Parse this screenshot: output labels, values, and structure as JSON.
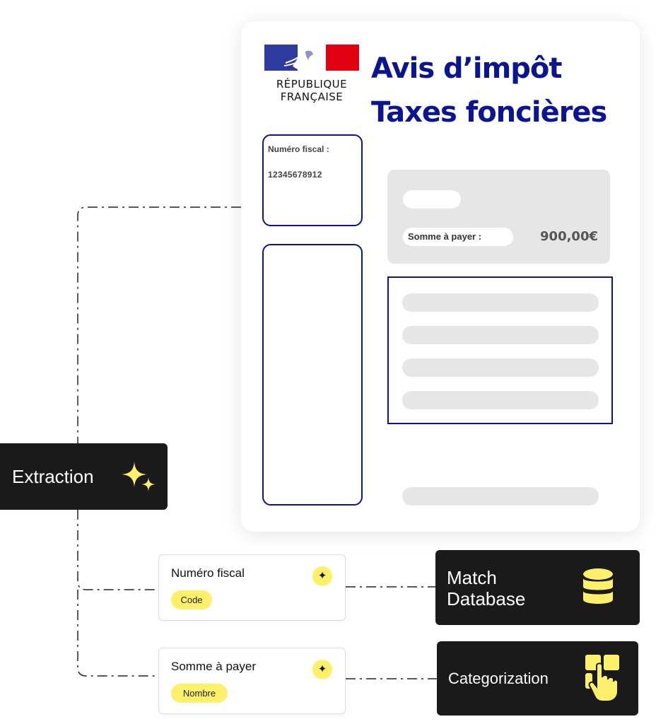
{
  "document": {
    "republic_line1": "RÉPUBLIQUE",
    "republic_line2": "FRANÇAISE",
    "title_line1": "Avis d’impôt",
    "title_line2": "Taxes foncières",
    "fiscal_number_label": "Numéro fiscal :",
    "fiscal_number_value": "12345678912",
    "amount_label": "Somme à payer :",
    "amount_value": "900,00€"
  },
  "extraction": {
    "label": "Extraction",
    "icon": "sparkles-icon"
  },
  "fields": [
    {
      "label": "Numéro fiscal",
      "type": "Code",
      "icon": "sparkle-icon"
    },
    {
      "label": "Somme à payer",
      "type": "Nombre",
      "icon": "sparkle-icon"
    }
  ],
  "actions": {
    "match": {
      "label_line1": "Match",
      "label_line2": "Database",
      "icon": "database-icon"
    },
    "categorization": {
      "label": "Categorization",
      "icon": "pointer-grid-icon"
    }
  },
  "colors": {
    "navy": "#0b1591",
    "yellow": "#fef06b",
    "dark": "#1a1a1a",
    "flag_blue": "#2e3a9e",
    "flag_red": "#e1000f"
  }
}
